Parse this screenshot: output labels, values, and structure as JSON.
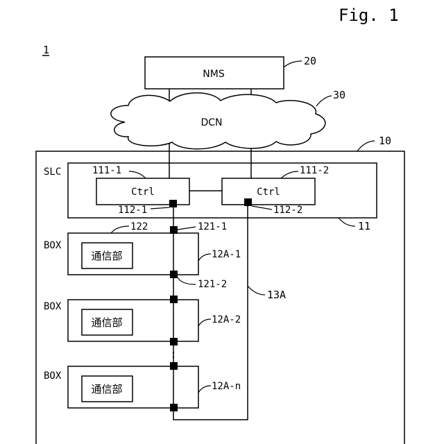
{
  "figure": {
    "title": "Fig. 1",
    "system_ref": "1"
  },
  "nms": {
    "label": "NMS",
    "ref": "20"
  },
  "dcn": {
    "label": "DCN",
    "ref": "30"
  },
  "device": {
    "ref": "10"
  },
  "slc": {
    "label": "SLC",
    "ref": "11",
    "controllers": [
      {
        "label": "Ctrl",
        "ref": "111-1",
        "port_ref": "112-1"
      },
      {
        "label": "Ctrl",
        "ref": "111-2",
        "port_ref": "112-2"
      }
    ]
  },
  "boxes": [
    {
      "label": "BOX",
      "unit_label": "通信部",
      "ref": "12A-1"
    },
    {
      "label": "BOX",
      "unit_label": "通信部",
      "ref": "12A-2"
    },
    {
      "label": "BOX",
      "unit_label": "通信部",
      "ref": "12A-n"
    }
  ],
  "annotations": {
    "unit_ref": "122",
    "port_top_ref": "121-1",
    "port_bottom_ref": "121-2",
    "cable_ref": "13A",
    "ellipsis": ":"
  }
}
